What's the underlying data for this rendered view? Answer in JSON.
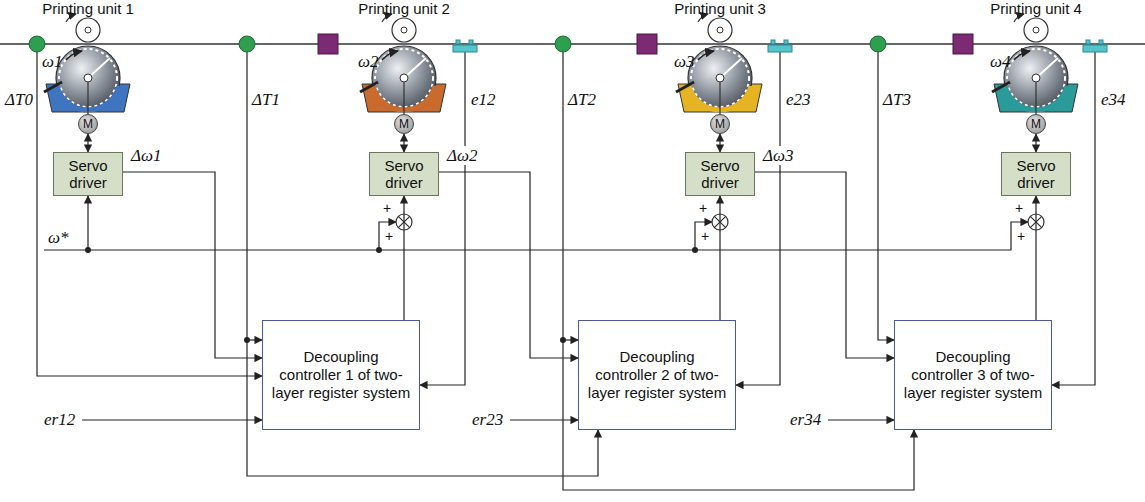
{
  "diagram": {
    "nodes": [
      {
        "text": [
          "M"
        ]
      },
      {
        "text": [
          "M"
        ]
      },
      {
        "text": [
          "M"
        ]
      },
      {
        "text": [
          "M"
        ]
      },
      {
        "text": [
          "Servo driver"
        ]
      },
      {
        "text": [
          "Servo driver"
        ]
      },
      {
        "text": [
          "Servo driver"
        ]
      },
      {
        "text": [
          "Servo driver"
        ]
      },
      {
        "text": [
          "Decoupling controller 1 of two-layer register system"
        ]
      },
      {
        "text": [
          "Decoupling controller 2 of two-layer register system"
        ]
      },
      {
        "text": [
          "Decoupling controller 3 of two-layer register system"
        ]
      }
    ],
    "edges": [
      {
        "from": 0,
        "to": 4,
        "arrow": "both"
      },
      {
        "from": 1,
        "to": 5,
        "arrow": "both"
      },
      {
        "from": 2,
        "to": 6,
        "arrow": "both"
      },
      {
        "from": 3,
        "to": 7,
        "arrow": "both"
      },
      {
        "from": 4,
        "to": 8,
        "arrow": "to"
      },
      {
        "from": 5,
        "to": 9,
        "arrow": "to"
      },
      {
        "from": 6,
        "to": 10,
        "arrow": "to"
      },
      {
        "from": 8,
        "to": 5,
        "arrow": "to"
      },
      {
        "from": 9,
        "to": 6,
        "arrow": "to"
      },
      {
        "from": 10,
        "to": 7,
        "arrow": "to"
      }
    ],
    "labels": [
      "Printing unit 1",
      "Printing unit 2",
      "Printing unit 3",
      "Printing unit 4",
      "ω1",
      "ω2",
      "ω3",
      "ω4",
      "ΔT0",
      "ΔT1",
      "ΔT2",
      "ΔT3",
      "e12",
      "e23",
      "e34",
      "Δω1",
      "Δω2",
      "Δω3",
      "ω*",
      "er12",
      "er23",
      "er34",
      "+",
      "+",
      "+",
      "+",
      "+",
      "+"
    ]
  }
}
